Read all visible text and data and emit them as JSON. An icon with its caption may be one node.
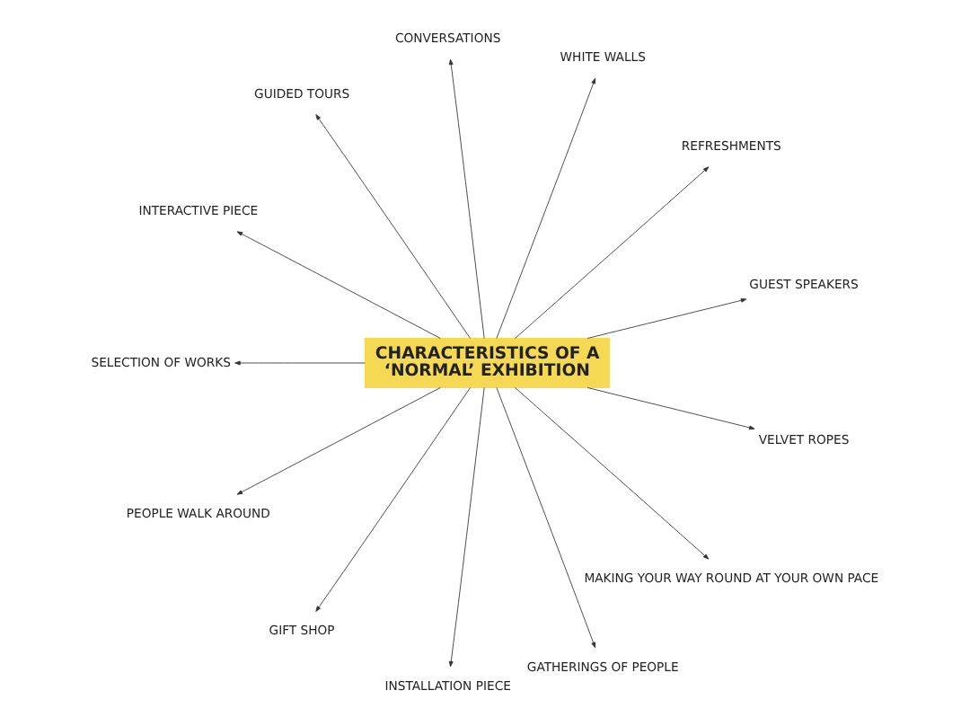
{
  "diagram": {
    "nodes": [
      {
        "text": [
          "CHARACTERISTICS OF A ‘NORMAL’ EXHIBITION"
        ]
      },
      {
        "text": [
          "PEOPLE WALK AROUND"
        ]
      },
      {
        "text": [
          "GUIDED TOURS"
        ]
      },
      {
        "text": [
          "CONVERSATIONS"
        ]
      },
      {
        "text": [
          "REFRESHMENTS"
        ]
      },
      {
        "text": [
          "SELECTION OF WORKS"
        ]
      },
      {
        "text": [
          "INTERACTIVE PIECE"
        ]
      },
      {
        "text": [
          "WHITE WALLS"
        ]
      },
      {
        "text": [
          "GUEST SPEAKERS"
        ]
      },
      {
        "text": [
          "GIFT SHOP"
        ]
      },
      {
        "text": [
          "INSTALLATION PIECE"
        ]
      },
      {
        "text": [
          "VELVET ROPES"
        ]
      },
      {
        "text": [
          "GATHERINGS OF PEOPLE"
        ]
      },
      {
        "text": [
          "MAKING YOUR WAY ROUND AT YOUR OWN PACE"
        ]
      }
    ],
    "edges": [
      {
        "from": 0,
        "to": 3,
        "arrow": "to"
      },
      {
        "from": 0,
        "to": 4,
        "arrow": "to"
      },
      {
        "from": 0,
        "to": 7,
        "arrow": "to"
      },
      {
        "from": 0,
        "to": 8,
        "arrow": "to"
      },
      {
        "from": 0,
        "to": 11,
        "arrow": "to"
      },
      {
        "from": 0,
        "to": 13,
        "arrow": "to"
      },
      {
        "from": 0,
        "to": 12,
        "arrow": "to"
      },
      {
        "from": 0,
        "to": 10,
        "arrow": "to"
      },
      {
        "from": 0,
        "to": 9,
        "arrow": "to"
      },
      {
        "from": 0,
        "to": 1,
        "arrow": "to"
      },
      {
        "from": 0,
        "to": 5,
        "arrow": "to"
      },
      {
        "from": 0,
        "to": 6,
        "arrow": "to"
      },
      {
        "from": 0,
        "to": 2,
        "arrow": "to"
      }
    ]
  }
}
